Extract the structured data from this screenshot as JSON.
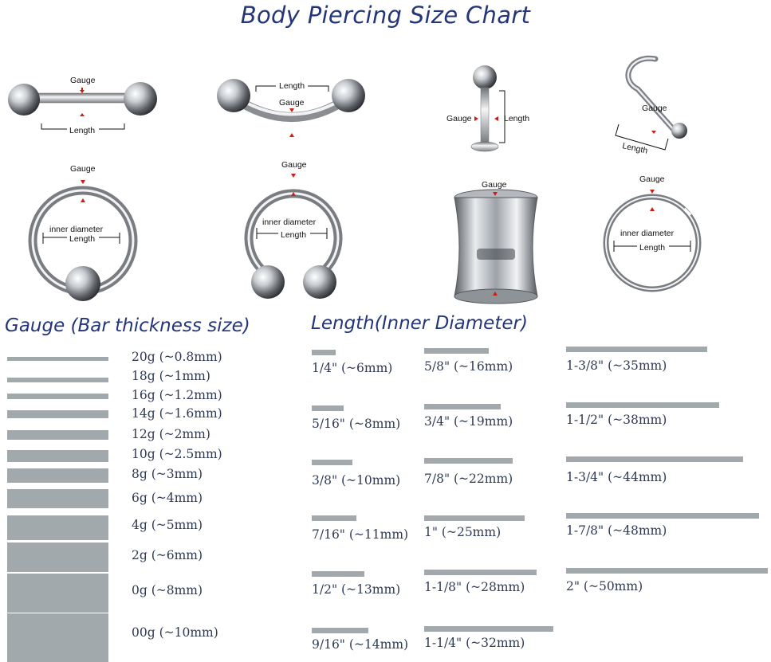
{
  "title": "Body Piercing Size Chart",
  "diagram_labels": {
    "gauge": "Gauge",
    "length": "Length",
    "inner_diameter": "inner diameter"
  },
  "gauge_section": {
    "heading": "Gauge (Bar thickness size)",
    "items": [
      {
        "label": "20g (~0.8mm)",
        "mm": 0.8
      },
      {
        "label": "18g (~1mm)",
        "mm": 1
      },
      {
        "label": "16g (~1.2mm)",
        "mm": 1.2
      },
      {
        "label": "14g (~1.6mm)",
        "mm": 1.6
      },
      {
        "label": "12g (~2mm)",
        "mm": 2
      },
      {
        "label": "10g (~2.5mm)",
        "mm": 2.5
      },
      {
        "label": "8g (~3mm)",
        "mm": 3
      },
      {
        "label": "6g (~4mm)",
        "mm": 4
      },
      {
        "label": "4g (~5mm)",
        "mm": 5
      },
      {
        "label": "2g (~6mm)",
        "mm": 6
      },
      {
        "label": "0g (~8mm)",
        "mm": 8
      },
      {
        "label": "00g (~10mm)",
        "mm": 10
      }
    ]
  },
  "length_section": {
    "heading": "Length(Inner Diameter)",
    "items": [
      {
        "label": "1/4\" (~6mm)",
        "mm": 6
      },
      {
        "label": "5/16\" (~8mm)",
        "mm": 8
      },
      {
        "label": "3/8\" (~10mm)",
        "mm": 10
      },
      {
        "label": "7/16\" (~11mm)",
        "mm": 11
      },
      {
        "label": "1/2\" (~13mm)",
        "mm": 13
      },
      {
        "label": "9/16\" (~14mm)",
        "mm": 14
      },
      {
        "label": "5/8\" (~16mm)",
        "mm": 16
      },
      {
        "label": "3/4\" (~19mm)",
        "mm": 19
      },
      {
        "label": "7/8\" (~22mm)",
        "mm": 22
      },
      {
        "label": "1\" (~25mm)",
        "mm": 25
      },
      {
        "label": "1-1/8\" (~28mm)",
        "mm": 28
      },
      {
        "label": "1-1/4\" (~32mm)",
        "mm": 32
      },
      {
        "label": "1-3/8\" (~35mm)",
        "mm": 35
      },
      {
        "label": "1-1/2\" (~38mm)",
        "mm": 38
      },
      {
        "label": "1-3/4\" (~44mm)",
        "mm": 44
      },
      {
        "label": "1-7/8\" (~48mm)",
        "mm": 48
      },
      {
        "label": "2\" (~50mm)",
        "mm": 50
      }
    ]
  },
  "colors": {
    "heading": "#24357a",
    "bar": "#a2a9ad",
    "label_text": "#2e3a55",
    "arrow": "#d21b14"
  }
}
